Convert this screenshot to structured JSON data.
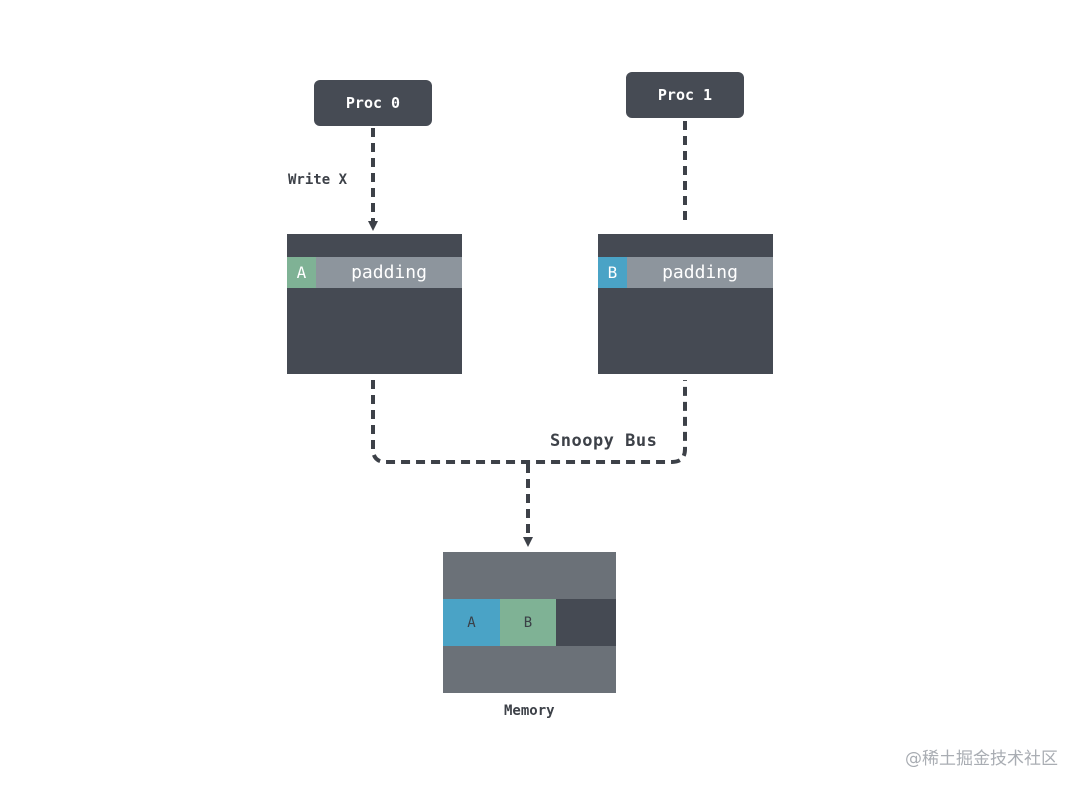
{
  "processors": {
    "proc0": "Proc 0",
    "proc1": "Proc 1"
  },
  "annotations": {
    "write": "Write X",
    "bus": "Snoopy Bus",
    "memory": "Memory"
  },
  "caches": {
    "cache0": {
      "slot": "A",
      "padding": "padding"
    },
    "cache1": {
      "slot": "B",
      "padding": "padding"
    }
  },
  "memory": {
    "cells": [
      "A",
      "B",
      ""
    ]
  },
  "watermark": "@稀土掘金技术社区",
  "colors": {
    "box_dark": "#454a53",
    "padding_gray": "#8d959d",
    "memory_gray": "#6b7178",
    "value_a": "#7fb295",
    "value_b": "#4aa3c6",
    "line": "#3d4148"
  }
}
